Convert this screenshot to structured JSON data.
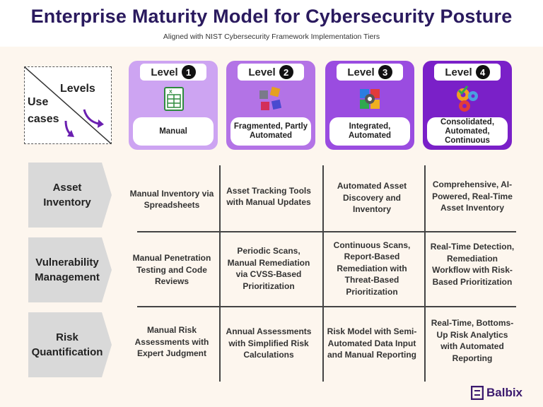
{
  "title": "Enterprise Maturity Model for Cybersecurity Posture",
  "subtitle": "Aligned with NIST Cybersecurity Framework Implementation Tiers",
  "corner": {
    "levels_label": "Levels",
    "use_cases_label_1": "Use",
    "use_cases_label_2": "cases"
  },
  "levels": [
    {
      "level_word": "Level",
      "number": "1",
      "label": "Manual",
      "icon": "spreadsheet-icon"
    },
    {
      "level_word": "Level",
      "number": "2",
      "label": "Fragmented, Partly Automated",
      "icon": "puzzle-icon"
    },
    {
      "level_word": "Level",
      "number": "3",
      "label": "Integrated, Automated",
      "icon": "gear-puzzle-icon"
    },
    {
      "level_word": "Level",
      "number": "4",
      "label": "Consolidated, Automated, Continuous",
      "icon": "gears-check-icon"
    }
  ],
  "use_cases": [
    {
      "label": "Asset Inventory",
      "cells": [
        "Manual Inventory via Spreadsheets",
        "Asset Tracking Tools with Manual Updates",
        "Automated Asset Discovery and Inventory",
        "Comprehensive, AI-Powered, Real-Time Asset Inventory"
      ]
    },
    {
      "label": "Vulnerability Management",
      "cells": [
        "Manual Penetration Testing and Code Reviews",
        "Periodic Scans, Manual Remediation via CVSS-Based Prioritization",
        "Continuous Scans, Report-Based Remediation with Threat-Based Prioritization",
        "Real-Time Detection, Remediation Workflow with Risk-Based Prioritization"
      ]
    },
    {
      "label": "Risk Quantification",
      "cells": [
        "Manual Risk Assessments with Expert Judgment",
        "Annual Assessments with Simplified Risk Calculations",
        "Risk Model with Semi-Automated Data Input and Manual Reporting",
        "Real-Time, Bottoms-Up Risk Analytics with Automated Reporting"
      ]
    }
  ],
  "brand": "Balbix",
  "colors": {
    "title": "#2a1a5e",
    "level1": "#cda4f2",
    "level2": "#b373e6",
    "level3": "#9a4ce0",
    "level4": "#7a20c8",
    "row_label_bg": "#d9d9d9"
  }
}
